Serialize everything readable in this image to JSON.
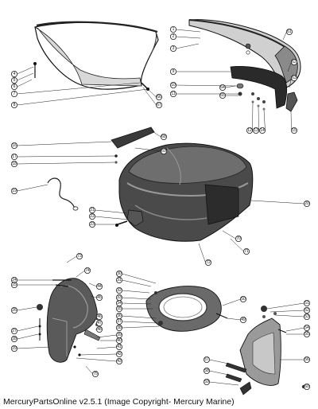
{
  "footer": {
    "text": "MercuryPartsOnline v2.5.1 (Image Copyright- Mercury Marine)"
  },
  "callouts": [
    {
      "id": "c-1",
      "label": "1"
    },
    {
      "id": "c-2",
      "label": "2"
    },
    {
      "id": "c-3",
      "label": "3"
    },
    {
      "id": "c-4",
      "label": "4"
    },
    {
      "id": "c-5",
      "label": "5"
    },
    {
      "id": "c-6",
      "label": "6"
    },
    {
      "id": "c-7",
      "label": "7"
    },
    {
      "id": "c-8",
      "label": "8"
    },
    {
      "id": "c-9",
      "label": "9"
    },
    {
      "id": "c-10",
      "label": "10"
    },
    {
      "id": "c-11",
      "label": "11"
    },
    {
      "id": "c-12",
      "label": "12"
    },
    {
      "id": "c-13",
      "label": "13"
    },
    {
      "id": "c-14",
      "label": "14"
    },
    {
      "id": "c-15",
      "label": "15"
    },
    {
      "id": "c-16",
      "label": "16"
    },
    {
      "id": "c-17",
      "label": "17"
    },
    {
      "id": "c-18",
      "label": "18"
    },
    {
      "id": "c-19",
      "label": "19"
    },
    {
      "id": "c-20",
      "label": "20"
    },
    {
      "id": "c-21",
      "label": "21"
    },
    {
      "id": "c-22",
      "label": "22"
    },
    {
      "id": "c-23",
      "label": "23"
    },
    {
      "id": "c-24",
      "label": "24"
    },
    {
      "id": "c-25",
      "label": "25"
    },
    {
      "id": "c-26",
      "label": "26"
    },
    {
      "id": "c-27",
      "label": "27"
    },
    {
      "id": "c-28",
      "label": "28"
    },
    {
      "id": "c-29",
      "label": "29"
    },
    {
      "id": "c-30",
      "label": "30"
    },
    {
      "id": "c-31",
      "label": "31"
    },
    {
      "id": "c-32",
      "label": "32"
    },
    {
      "id": "c-33",
      "label": "33"
    },
    {
      "id": "c-34",
      "label": "34"
    },
    {
      "id": "c-35",
      "label": "35"
    },
    {
      "id": "c-36",
      "label": "36"
    },
    {
      "id": "c-37",
      "label": "37"
    },
    {
      "id": "c-38",
      "label": "38"
    },
    {
      "id": "c-39",
      "label": "39"
    },
    {
      "id": "c-40",
      "label": "40"
    },
    {
      "id": "c-41",
      "label": "41"
    },
    {
      "id": "c-42",
      "label": "42"
    },
    {
      "id": "c-43",
      "label": "43"
    },
    {
      "id": "c-44",
      "label": "44"
    },
    {
      "id": "c-45",
      "label": "45"
    },
    {
      "id": "c-46",
      "label": "46"
    },
    {
      "id": "c-47",
      "label": "47"
    },
    {
      "id": "c-48",
      "label": "48"
    },
    {
      "id": "c-49",
      "label": "49"
    },
    {
      "id": "c-50",
      "label": "50"
    },
    {
      "id": "c-51",
      "label": "51"
    },
    {
      "id": "c-52",
      "label": "52"
    },
    {
      "id": "c-53",
      "label": "53"
    },
    {
      "id": "c-54",
      "label": "54"
    },
    {
      "id": "c-55",
      "label": "55"
    },
    {
      "id": "c-56",
      "label": "56"
    },
    {
      "id": "c-57",
      "label": "57"
    },
    {
      "id": "c-58",
      "label": "58"
    },
    {
      "id": "c-59",
      "label": "59"
    },
    {
      "id": "c-60",
      "label": "60"
    },
    {
      "id": "c-61",
      "label": "61"
    },
    {
      "id": "c-62",
      "label": "62"
    },
    {
      "id": "c-63",
      "label": "63"
    },
    {
      "id": "c-64",
      "label": "64"
    },
    {
      "id": "c-65",
      "label": "65"
    },
    {
      "id": "c-66",
      "label": "66"
    },
    {
      "id": "c-67",
      "label": "67"
    },
    {
      "id": "c-68",
      "label": "68"
    },
    {
      "id": "c-69",
      "label": "69"
    },
    {
      "id": "c-70",
      "label": "70"
    },
    {
      "id": "c-71",
      "label": "71"
    },
    {
      "id": "c-72",
      "label": "72"
    },
    {
      "id": "c-73",
      "label": "73"
    },
    {
      "id": "c-74",
      "label": "74"
    },
    {
      "id": "c-75",
      "label": "75"
    }
  ]
}
